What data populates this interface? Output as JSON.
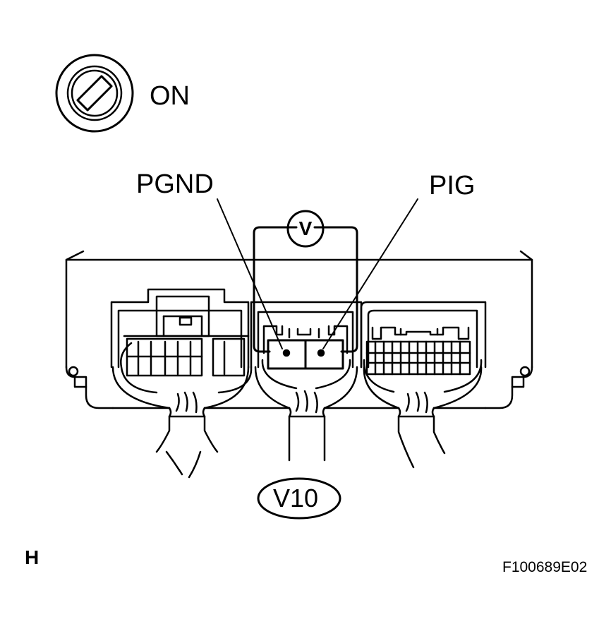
{
  "diagram": {
    "ignition_switch": {
      "icon": "ignition-key-icon",
      "label": "ON"
    },
    "terminals": {
      "left": "PGND",
      "right": "PIG"
    },
    "meter_symbol": "V",
    "connector_code": "V10",
    "view_code": "H",
    "figure_id": "F100689E02"
  }
}
